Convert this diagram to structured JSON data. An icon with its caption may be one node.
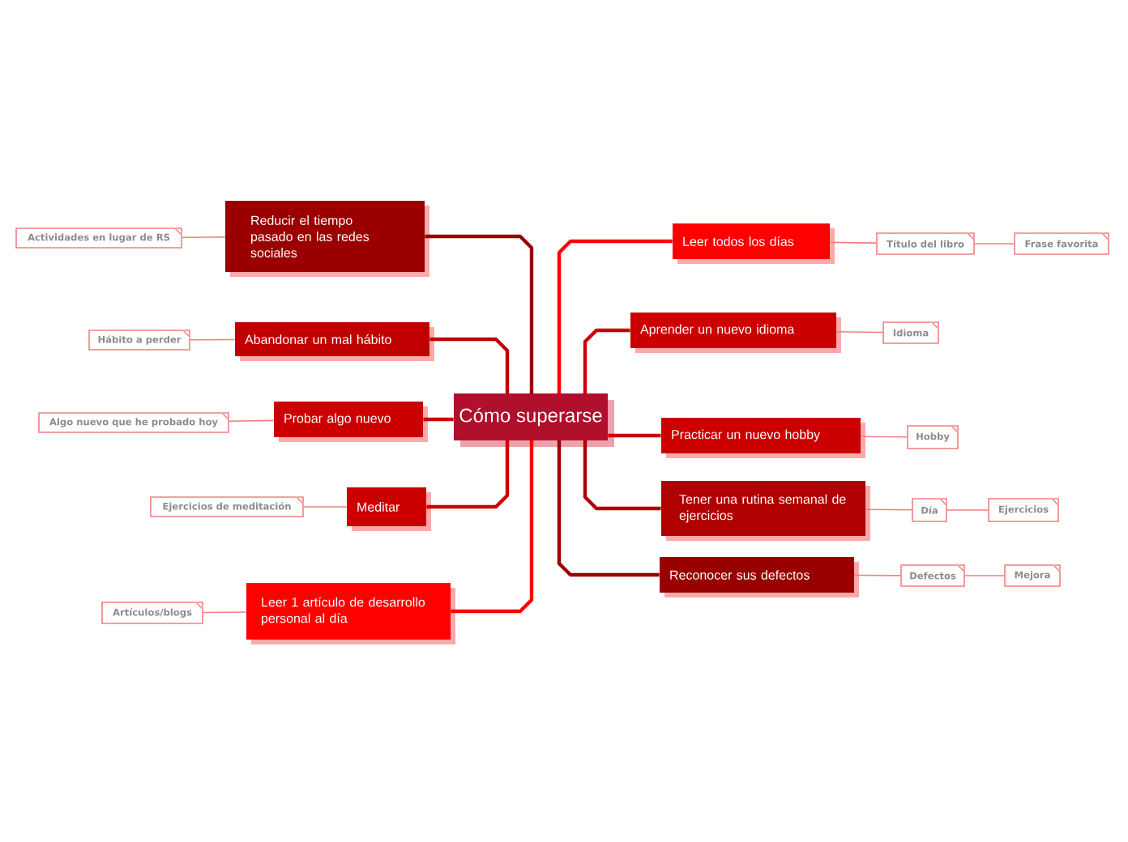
{
  "diagram": {
    "nodes": [
      {
        "text": [
          "Cómo superarse"
        ]
      },
      {
        "text": [
          "Reducir el tiempo pasado en las redes sociales"
        ]
      },
      {
        "text": [
          "Actividades en lugar de RS"
        ]
      },
      {
        "text": [
          "Abandonar un mal hábito"
        ]
      },
      {
        "text": [
          "Hábito a perder"
        ]
      },
      {
        "text": [
          "Probar algo nuevo"
        ]
      },
      {
        "text": [
          "Algo nuevo que he probado hoy"
        ]
      },
      {
        "text": [
          "Meditar"
        ]
      },
      {
        "text": [
          "Ejercicios de meditación"
        ]
      },
      {
        "text": [
          "Leer 1 artículo de desarrollo personal al día"
        ]
      },
      {
        "text": [
          "Artículos/blogs"
        ]
      },
      {
        "text": [
          "Leer todos los días"
        ]
      },
      {
        "text": [
          "Título del libro"
        ]
      },
      {
        "text": [
          "Frase favorita"
        ]
      },
      {
        "text": [
          "Aprender un nuevo idioma"
        ]
      },
      {
        "text": [
          "Idioma"
        ]
      },
      {
        "text": [
          "Practicar un nuevo hobby"
        ]
      },
      {
        "text": [
          "Hobby"
        ]
      },
      {
        "text": [
          "Tener una rutina semanal de ejercicios"
        ]
      },
      {
        "text": [
          "Día"
        ]
      },
      {
        "text": [
          "Ejercicios"
        ]
      },
      {
        "text": [
          "Reconocer sus defectos"
        ]
      },
      {
        "text": [
          "Defectos"
        ]
      },
      {
        "text": [
          "Mejora"
        ]
      }
    ],
    "edges": [
      {
        "from": 0,
        "to": 1,
        "arrow": "none",
        "color": "#9a0000"
      },
      {
        "from": 0,
        "to": 3,
        "arrow": "none",
        "color": "#c00000"
      },
      {
        "from": 0,
        "to": 5,
        "arrow": "none",
        "color": "#cc0000"
      },
      {
        "from": 0,
        "to": 7,
        "arrow": "none",
        "color": "#cc0000"
      },
      {
        "from": 0,
        "to": 9,
        "arrow": "none",
        "color": "#ff0000"
      },
      {
        "from": 0,
        "to": 11,
        "arrow": "none",
        "color": "#ff0000"
      },
      {
        "from": 0,
        "to": 14,
        "arrow": "none",
        "color": "#cc0000"
      },
      {
        "from": 0,
        "to": 16,
        "arrow": "none",
        "color": "#cc0000"
      },
      {
        "from": 0,
        "to": 18,
        "arrow": "none",
        "color": "#b00000"
      },
      {
        "from": 0,
        "to": 21,
        "arrow": "none",
        "color": "#990000"
      },
      {
        "from": 1,
        "to": 2,
        "arrow": "none"
      },
      {
        "from": 3,
        "to": 4,
        "arrow": "none"
      },
      {
        "from": 5,
        "to": 6,
        "arrow": "none"
      },
      {
        "from": 7,
        "to": 8,
        "arrow": "none"
      },
      {
        "from": 9,
        "to": 10,
        "arrow": "none"
      },
      {
        "from": 11,
        "to": 12,
        "arrow": "none"
      },
      {
        "from": 12,
        "to": 13,
        "arrow": "none"
      },
      {
        "from": 14,
        "to": 15,
        "arrow": "none"
      },
      {
        "from": 16,
        "to": 17,
        "arrow": "none"
      },
      {
        "from": 18,
        "to": 19,
        "arrow": "none"
      },
      {
        "from": 19,
        "to": 20,
        "arrow": "none"
      },
      {
        "from": 21,
        "to": 22,
        "arrow": "none"
      },
      {
        "from": 22,
        "to": 23,
        "arrow": "none"
      }
    ]
  }
}
